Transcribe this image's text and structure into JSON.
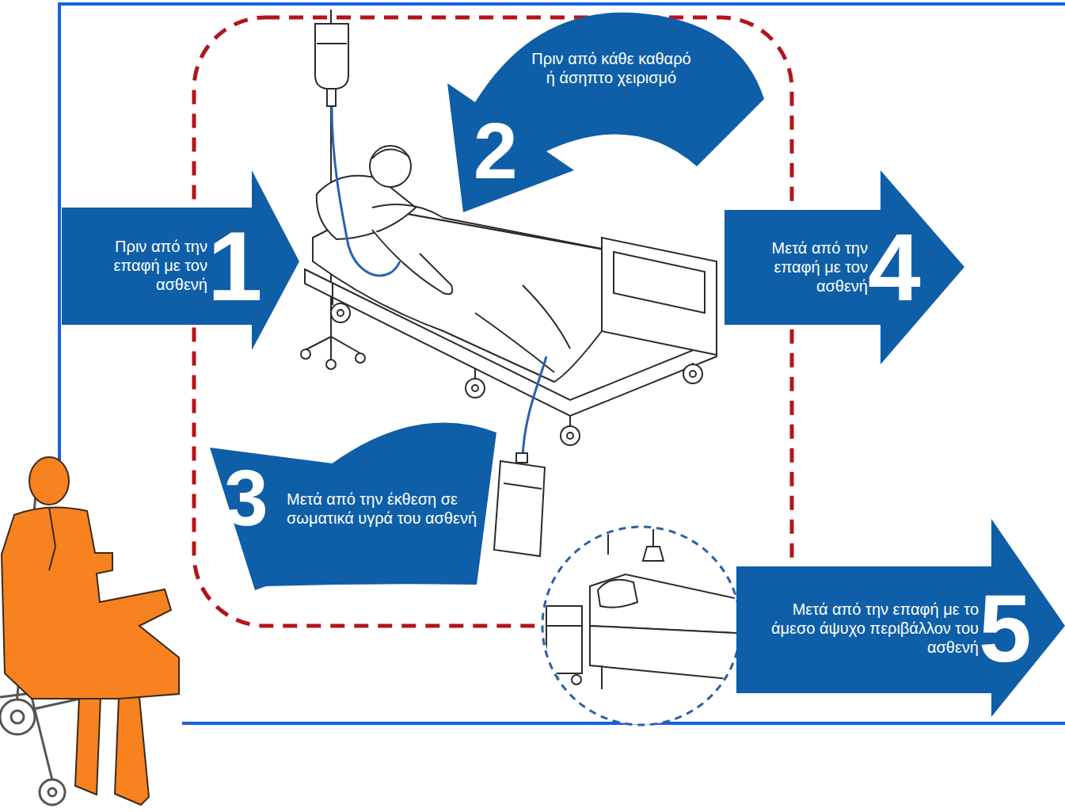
{
  "diagram": {
    "nodes": [
      {
        "text": [
          "Πριν από την επαφή με τον ασθενή",
          "1"
        ]
      },
      {
        "text": [
          "Πριν από κάθε καθαρό ή άσηπτο χειρισμό",
          "2"
        ]
      },
      {
        "text": [
          "Μετά από την έκθεση σε σωματικά υγρά του ασθενή",
          "3"
        ]
      },
      {
        "text": [
          "Μετά από την επαφή με τον ασθενή",
          "4"
        ]
      },
      {
        "text": [
          "Μετά από την επαφή με το άμεσο άψυχο περιβάλλον του ασθενή",
          "5"
        ]
      }
    ]
  }
}
